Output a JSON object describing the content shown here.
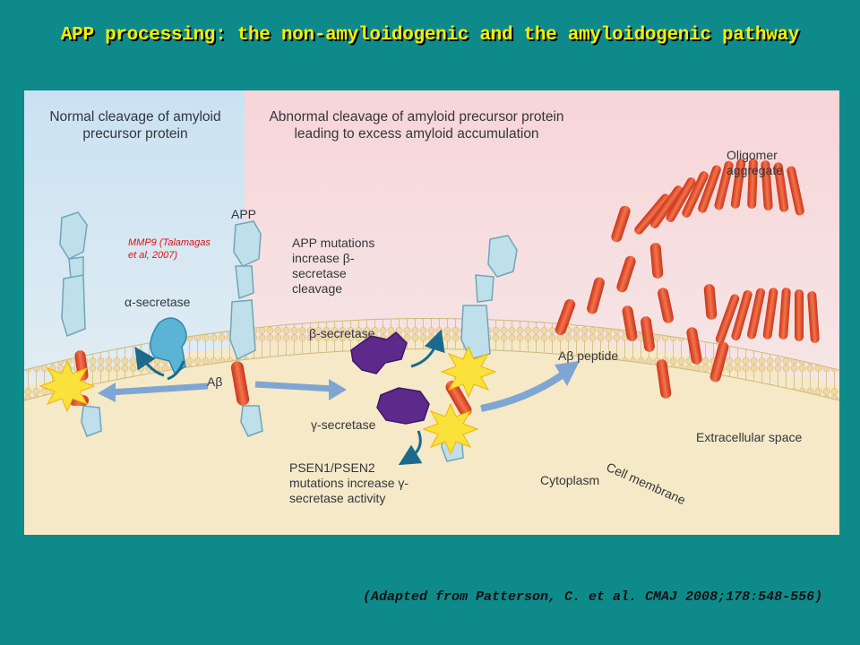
{
  "slide": {
    "title": "APP processing: the non-amyloidogenic and the amyloidogenic pathway",
    "citation": "(Adapted from Patterson, C. et al. CMAJ 2008;178:548-556)"
  },
  "figure": {
    "normal_heading": "Normal cleavage of amyloid precursor protein",
    "abnormal_heading": "Abnormal cleavage of amyloid precursor protein leading to excess amyloid accumulation",
    "labels": {
      "mmp9": "MMP9 (Talamagas et al, 2007)",
      "app": "APP",
      "alpha_secretase": "α-secretase",
      "abeta": "Aβ",
      "app_mutations": "APP mutations increase β-secretase cleavage",
      "beta_secretase": "β-secretase",
      "gamma_secretase": "γ-secretase",
      "psen_mutations": "PSEN1/PSEN2 mutations increase γ-secretase activity",
      "abeta_peptide": "Aβ peptide",
      "oligomer": "Oligomer aggregate",
      "extracellular": "Extracellular space",
      "cytoplasm": "Cytoplasm",
      "cell_membrane": "Cell membrane"
    }
  },
  "colors": {
    "background": "#0f8a8a",
    "title": "#f7ee00",
    "normal_panel": "#d4e8f4",
    "abnormal_panel": "#f8dede",
    "abeta_fragment": "#e7532e",
    "app_protein": "#bfe0ea",
    "alpha_secretase": "#5bb3d6",
    "beta_gamma_secretase": "#5d2a8c",
    "cleavage_burst": "#fbe23b",
    "arrow": "#7fa6d2"
  },
  "icons": [
    "cleavage-burst-icon",
    "rotation-arrow-icon",
    "pathway-arrow-icon"
  ]
}
